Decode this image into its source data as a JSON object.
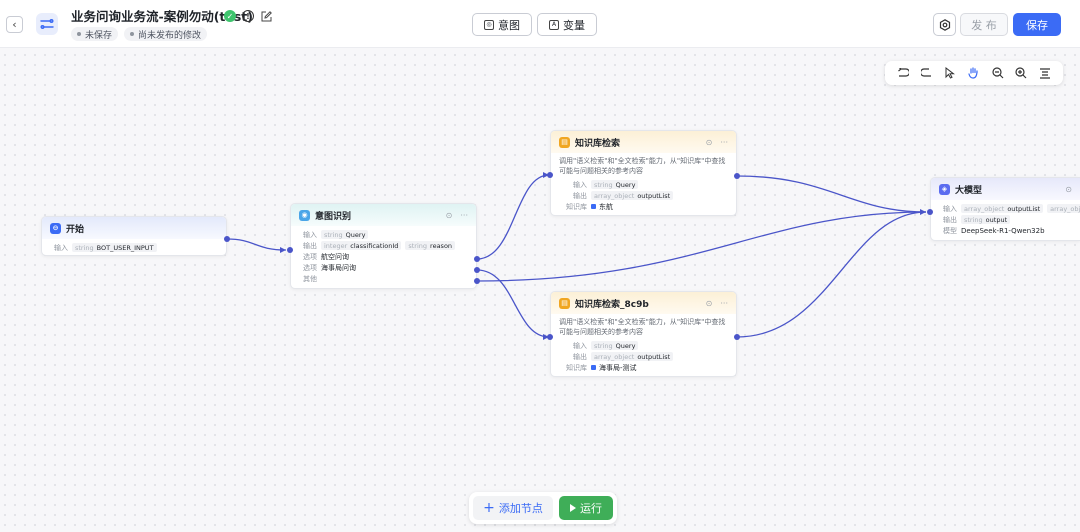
{
  "header": {
    "title": "业务问询业务流-案例勿动(test)",
    "status_unsaved": "未保存",
    "status_unpublished": "尚未发布的修改",
    "intent_btn": "意图",
    "variable_btn": "变量",
    "publish_btn": "发 布",
    "save_btn": "保存"
  },
  "nodes": {
    "start": {
      "title": "开始",
      "input_label": "输入",
      "input_type": "string",
      "input_value": "BOT_USER_INPUT"
    },
    "intent": {
      "title": "意图识别",
      "input_label": "输入",
      "input_type": "string",
      "input_value": "Query",
      "output_label": "输出",
      "output_type1": "integer",
      "output_value1": "classificationId",
      "output_type2": "string",
      "output_value2": "reason",
      "option_label": "选项",
      "option1": "航空问询",
      "option2": "海事局问询",
      "other_label": "其他"
    },
    "kb1": {
      "title": "知识库检索",
      "desc": "调用\"语义检索\"和\"全文检索\"能力，从\"知识库\"中查找可能与问题相关的参考内容",
      "input_label": "输入",
      "input_type": "string",
      "input_value": "Query",
      "output_label": "输出",
      "output_type": "array_object",
      "output_value": "outputList",
      "kb_label": "知识库",
      "kb_value": "东航"
    },
    "kb2": {
      "title": "知识库检索_8c9b",
      "desc": "调用\"语义检索\"和\"全文检索\"能力，从\"知识库\"中查找可能与问题相关的参考内容",
      "input_label": "输入",
      "input_type": "string",
      "input_value": "Query",
      "output_label": "输出",
      "output_type": "array_object",
      "output_value": "outputList",
      "kb_label": "知识库",
      "kb_value": "海事局-测试"
    },
    "llm": {
      "title": "大模型",
      "input_label": "输入",
      "input_type1": "array_object",
      "input_value1": "outputList",
      "input_type2": "array_object",
      "output_label": "输出",
      "output_type": "string",
      "output_value": "output",
      "model_label": "模型",
      "model_value": "DeepSeek-R1-Qwen32b"
    }
  },
  "bottom": {
    "add_node": "添加节点",
    "run": "运行"
  },
  "colors": {
    "primary": "#3b6bf5",
    "run_green": "#3fae58",
    "edge": "#4a55c9",
    "start_head": "#e3e9fb",
    "intent_head": "#dff3f3",
    "kb_head": "#fcf0d6",
    "llm_head": "#e6e8fa"
  },
  "icons": {
    "back": "chevron-left-icon",
    "app": "workflow-icon",
    "status_ok": "check-circle-icon",
    "warning": "exclamation-circle-icon",
    "edit": "edit-icon",
    "intent": "target-icon",
    "variable": "variable-icon",
    "settings": "gear-icon",
    "undo": "undo-icon",
    "redo": "redo-icon",
    "pointer": "pointer-icon",
    "hand": "hand-icon",
    "zoom_out": "zoom-out-icon",
    "zoom_in": "zoom-in-icon",
    "layout": "layout-icon"
  }
}
